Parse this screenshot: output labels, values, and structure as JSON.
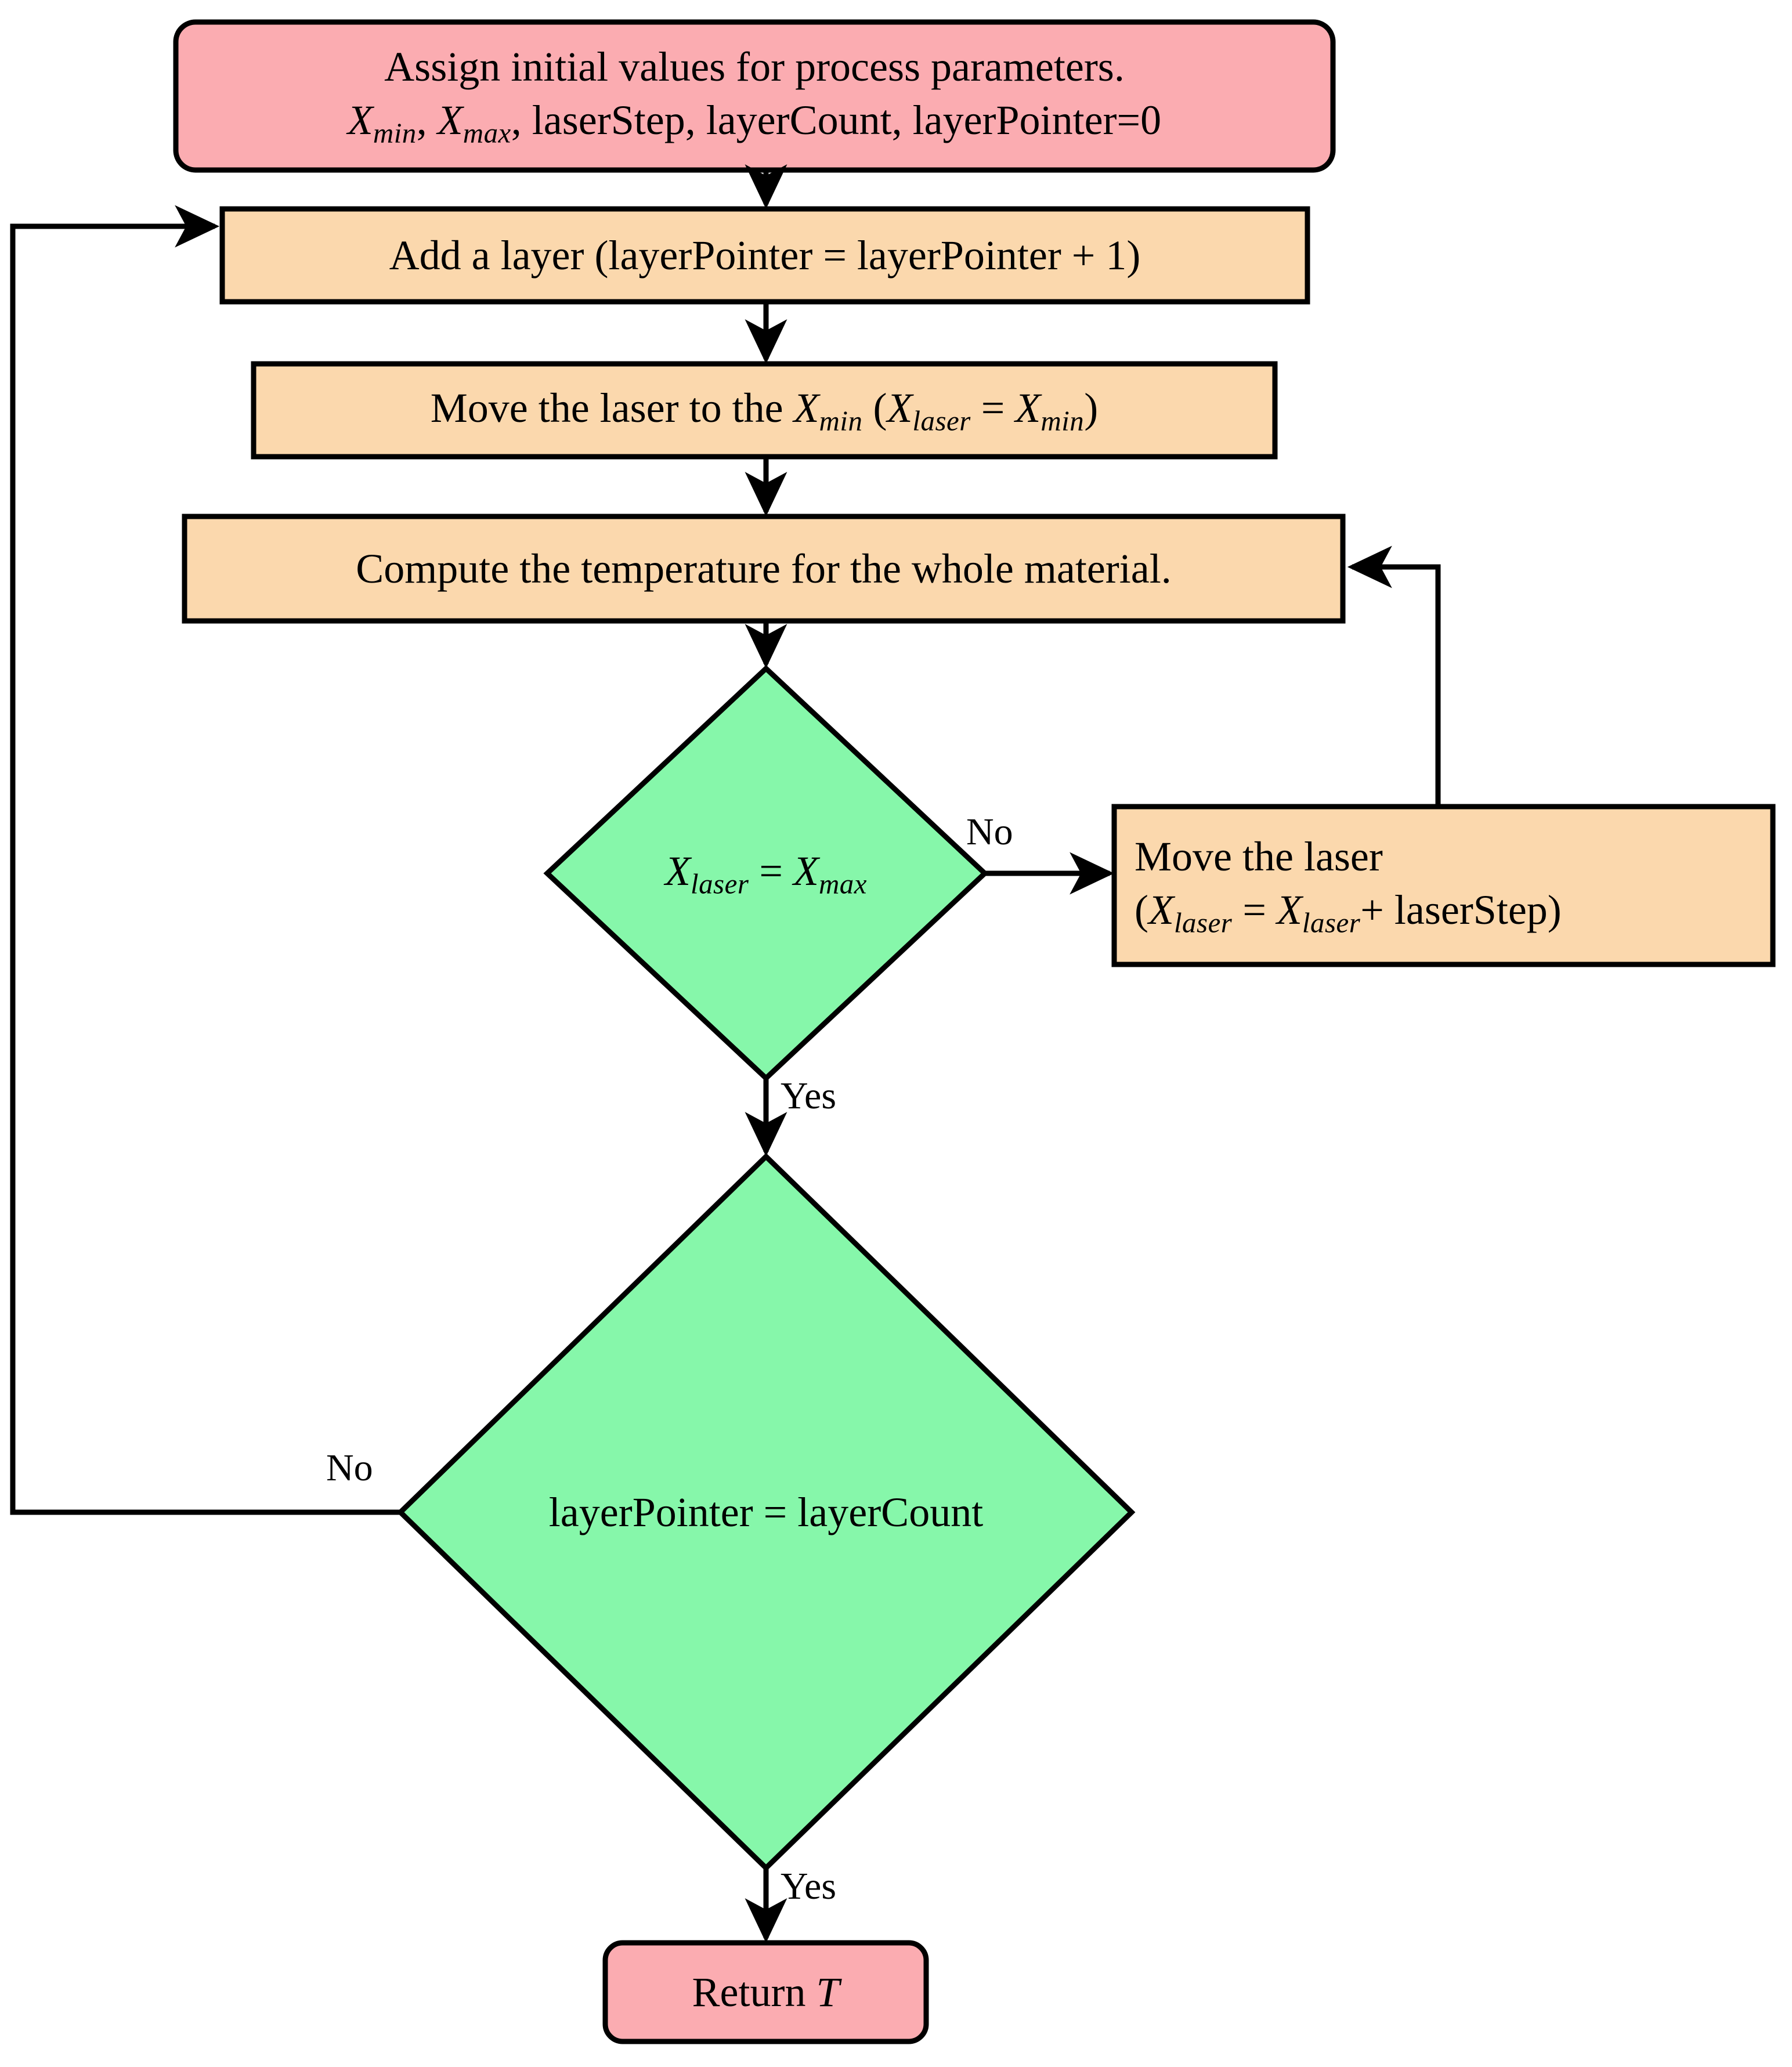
{
  "diagram": {
    "title": "Laser layer-by-layer temperature computation flowchart",
    "colors": {
      "terminal_fill": "#fbacb1",
      "process_fill": "#fbd8ad",
      "decision_fill": "#86f7aa",
      "stroke": "#000000",
      "background": "#ffffff",
      "text": "#000000"
    },
    "nodes": [
      {
        "id": "init",
        "shape": "rounded-rectangle",
        "type": "terminal",
        "fill": "#fbacb1",
        "lines": [
          {
            "text_plain": "Assign initial values for process parameters."
          },
          {
            "text_plain": "Xmin, Xmax, laserStep, layerCount, layerPointer=0"
          }
        ]
      },
      {
        "id": "add-layer",
        "shape": "rectangle",
        "type": "process",
        "fill": "#fbd8ad",
        "lines": [
          {
            "text_plain": "Add a layer (layerPointer = layerPointer + 1)"
          }
        ]
      },
      {
        "id": "move-laser-min",
        "shape": "rectangle",
        "type": "process",
        "fill": "#fbd8ad",
        "lines": [
          {
            "text_plain": "Move the laser to the Xmin (Xlaser = Xmin)"
          }
        ]
      },
      {
        "id": "compute-temperature",
        "shape": "rectangle",
        "type": "process",
        "fill": "#fbd8ad",
        "lines": [
          {
            "text_plain": "Compute the temperature for the whole material."
          }
        ]
      },
      {
        "id": "check-xmax",
        "shape": "diamond",
        "type": "decision",
        "fill": "#86f7aa",
        "lines": [
          {
            "text_plain": "Xlaser = Xmax"
          }
        ]
      },
      {
        "id": "move-laser-step",
        "shape": "rectangle",
        "type": "process",
        "fill": "#fbd8ad",
        "lines": [
          {
            "text_plain": "Move the laser"
          },
          {
            "text_plain": "(Xlaser = Xlaser+ laserStep)"
          }
        ]
      },
      {
        "id": "check-layercount",
        "shape": "diamond",
        "type": "decision",
        "fill": "#86f7aa",
        "lines": [
          {
            "text_plain": "layerPointer = layerCount"
          }
        ]
      },
      {
        "id": "return-t",
        "shape": "rounded-rectangle",
        "type": "terminal",
        "fill": "#fbacb1",
        "lines": [
          {
            "text_plain": "Return T"
          }
        ]
      }
    ],
    "edge_labels": {
      "xmax_no": "No",
      "xmax_yes": "Yes",
      "layer_no": "No",
      "layer_yes": "Yes"
    },
    "edges": [
      {
        "from": "init",
        "to": "add-layer",
        "label": ""
      },
      {
        "from": "add-layer",
        "to": "move-laser-min",
        "label": ""
      },
      {
        "from": "move-laser-min",
        "to": "compute-temperature",
        "label": ""
      },
      {
        "from": "compute-temperature",
        "to": "check-xmax",
        "label": ""
      },
      {
        "from": "check-xmax",
        "to": "move-laser-step",
        "label": "No"
      },
      {
        "from": "move-laser-step",
        "to": "compute-temperature",
        "label": ""
      },
      {
        "from": "check-xmax",
        "to": "check-layercount",
        "label": "Yes"
      },
      {
        "from": "check-layercount",
        "to": "add-layer",
        "label": "No"
      },
      {
        "from": "check-layercount",
        "to": "return-t",
        "label": "Yes"
      }
    ]
  }
}
